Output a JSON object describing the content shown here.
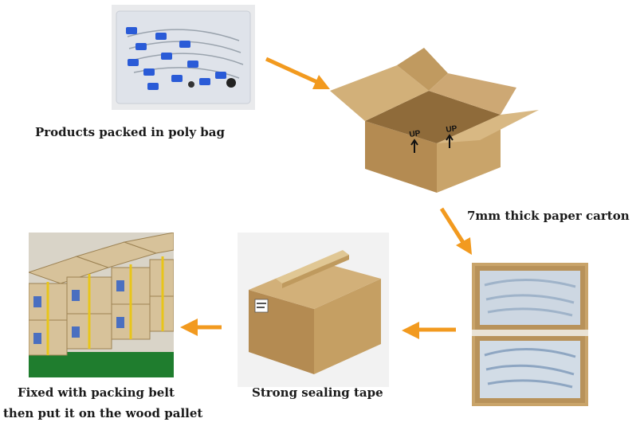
{
  "steps": [
    {
      "id": "poly-bag",
      "label": "Products packed in poly bag"
    },
    {
      "id": "paper-carton",
      "label": "7mm thick paper carton"
    },
    {
      "id": "carton-filled",
      "label": ""
    },
    {
      "id": "sealing-tape",
      "label": "Strong sealing tape"
    },
    {
      "id": "pallet",
      "label_line1": "Fixed with packing belt",
      "label_line2": "then put it on the wood pallet"
    }
  ],
  "box_markings": {
    "up1": "UP",
    "up2": "UP"
  },
  "colors": {
    "arrow": "#f29a1f",
    "cardboard": "#c9a46a",
    "cardboard_dark": "#a7824d",
    "bag_blue": "#2a5bd7",
    "pallet_green": "#1f7d2e"
  }
}
